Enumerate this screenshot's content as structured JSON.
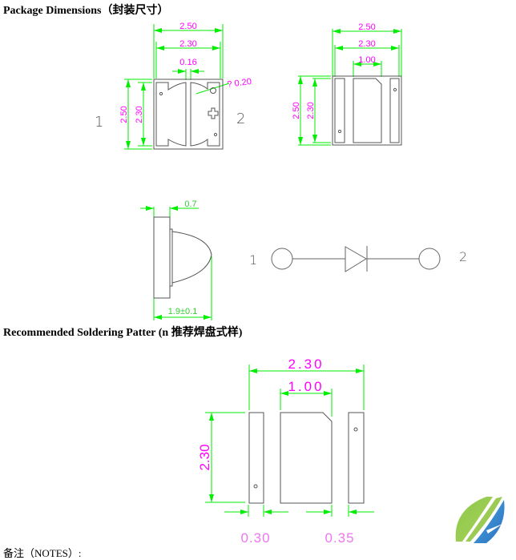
{
  "headings": {
    "package_dimensions": "Package Dimensions（封装尺寸）",
    "soldering_pattern": "Recommended Soldering Patter (n 推荐焊盘式样)",
    "notes": "备注（NOTES）:"
  },
  "top_view": {
    "dim_outer_width": "2.50",
    "dim_inner_width": "2.30",
    "dim_gap": "0.16",
    "dim_hole": "? 0.20",
    "dim_outer_height": "2.50",
    "dim_inner_height": "2.30",
    "pin1": "1",
    "pin2": "2"
  },
  "bottom_view": {
    "dim_outer_width": "2.50",
    "dim_inner_width": "2.30",
    "dim_pad_width": "1.00",
    "dim_outer_height": "2.50",
    "dim_inner_height": "2.30"
  },
  "side_view": {
    "dim_base": "0.7",
    "dim_total": "1.9±0.1"
  },
  "schematic": {
    "pin1": "1",
    "pin2": "2",
    "symbol": "diode"
  },
  "soldering": {
    "dim_total_width": "2.30",
    "dim_center_pad": "1.00",
    "dim_height": "2.30",
    "dim_left_pad": "0.30",
    "dim_gap": "0.35"
  },
  "colors": {
    "dimension_line": "#00ee00",
    "dimension_text": "#ff00ff",
    "outline": "#555555"
  },
  "logo": {
    "icon": "leaf-logo-icon"
  }
}
